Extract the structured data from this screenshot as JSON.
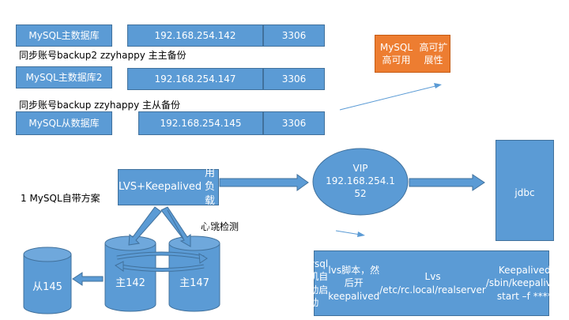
{
  "servers": [
    {
      "name": "MySQL主数据库",
      "ip": "192.168.254.142",
      "port": "3306"
    },
    {
      "name": "MySQL主数据库2",
      "ip": "192.168.254.147",
      "port": "3306"
    },
    {
      "name": "MySQL从数据库",
      "ip": "192.168.254.145",
      "port": "3306"
    }
  ],
  "notes": {
    "sync_master_master": "同步账号backup2 zzyhappy 主主备份",
    "sync_master_slave": "同步账号backup zzyhappy  主从备份",
    "scheme": "1 MySQL自带方案",
    "heartbeat": "心跳检测"
  },
  "ha_box": {
    "line1": "MySQL高可用",
    "line2": "高可扩展性"
  },
  "lvs_box": {
    "line1": "LVS+Keepalived",
    "line2": "高可用 负载均衡"
  },
  "vip": {
    "line1": "VIP",
    "line2": "192.168.254.1",
    "line3": "52"
  },
  "jdbc": "jdbc",
  "databases": {
    "slave": "从145",
    "master1": "主142",
    "master2": "主147"
  },
  "startup_box": {
    "line1": "mysql开机自启动启动",
    "line2": "lvs脚本，然后开keepalived",
    "line3": "Lvs /etc/rc.local/realserver",
    "line4": "Keepalived /sbin/keepalived start –f ****"
  },
  "colors": {
    "box_fill": "#5b9bd5",
    "box_border": "#41719c",
    "accent_orange": "#ed7d31"
  }
}
